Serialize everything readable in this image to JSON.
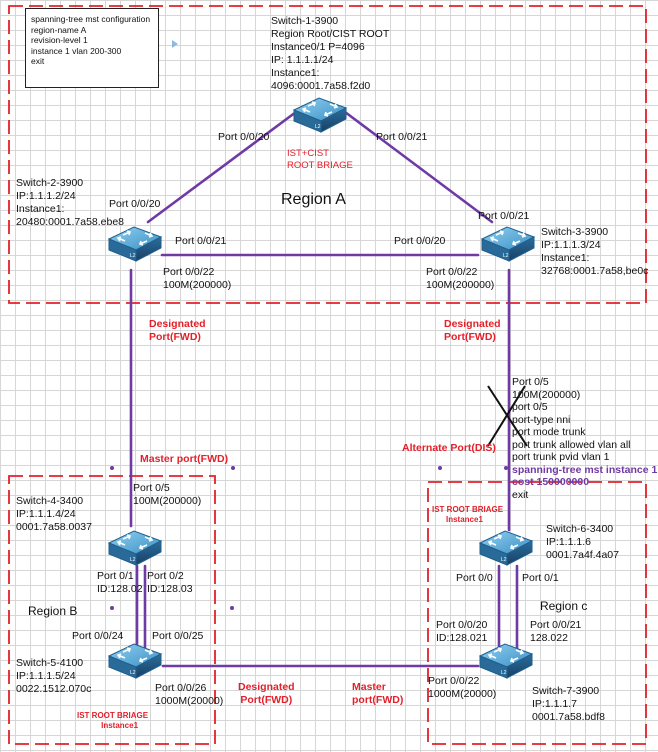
{
  "config_box": {
    "lines": [
      "spanning-tree mst configuration",
      "region-name A",
      "revision-level 1",
      "instance 1 vlan 200-300",
      "exit"
    ]
  },
  "switches": {
    "sw1": {
      "lines": [
        "Switch-1-3900",
        "Region Root/CIST ROOT",
        "Instance0/1 P=4096",
        "IP: 1.1.1.1/24",
        "Instance1:",
        "4096:0001.7a58.f2d0"
      ],
      "badge": [
        "IST+CIST",
        "ROOT BRIAGE"
      ]
    },
    "sw2": {
      "lines": [
        "Switch-2-3900",
        "IP:1.1.1.2/24",
        "Instance1:",
        "20480:0001.7a58.ebe8"
      ]
    },
    "sw3": {
      "lines": [
        "Switch-3-3900",
        "IP:1.1.1.3/24",
        "Instance1:",
        "32768:0001.7a58,be0c"
      ]
    },
    "sw4": {
      "lines": [
        "Switch-4-3400",
        "IP:1.1.1.4/24",
        "0001.7a58.0037"
      ]
    },
    "sw5": {
      "lines": [
        "Switch-5-4100",
        "IP:1.1.1.5/24",
        "0022.1512.070c"
      ],
      "badge": [
        "IST ROOT BRIAGE",
        "Instance1"
      ]
    },
    "sw6": {
      "lines": [
        "Switch-6-3400",
        "IP:1.1.1.6",
        "0001.7a4f.4a07"
      ],
      "badge": [
        "IST ROOT BRIAGE",
        "Instance1"
      ]
    },
    "sw7": {
      "lines": [
        "Switch-7-3900",
        "IP:1.1.1.7",
        "0001.7a58.bdf8"
      ]
    }
  },
  "regions": {
    "a": "Region A",
    "b": "Region B",
    "c": "Region c"
  },
  "ports": {
    "sw1_left": "Port 0/0/20",
    "sw1_right": "Port 0/0/21",
    "sw2_top": "Port 0/0/20",
    "sw2_right": "Port 0/0/21",
    "sw2_down": [
      "Port 0/0/22",
      "100M(200000)"
    ],
    "sw3_top": "Port 0/0/21",
    "sw3_left": "Port 0/0/20",
    "sw3_down": [
      "Port 0/0/22",
      "100M(200000)"
    ],
    "sw4_top": [
      "Port 0/5",
      "100M(200000)"
    ],
    "sw4_p01": [
      "Port 0/1",
      "ID:128.02"
    ],
    "sw4_p02": [
      "Port 0/2",
      "ID:128.03"
    ],
    "sw5_p24": "Port 0/0/24",
    "sw5_p25": "Port 0/0/25",
    "sw5_p26": [
      "Port 0/0/26",
      "1000M(20000)"
    ],
    "sw6_p00": "Port 0/0",
    "sw6_p01": "Port 0/1",
    "sw7_p20": [
      "Port 0/0/20",
      "ID:128.021"
    ],
    "sw7_p21": [
      "Port 0/0/21",
      "128.022"
    ],
    "sw7_p22": [
      "Port 0/0/22",
      "1000M(20000)"
    ]
  },
  "sw6_config": {
    "lines": [
      "Port 0/5",
      "100M(200000)",
      "port 0/5",
      "port-type nni",
      "port mode trunk",
      "port trunk allowed vlan all",
      "port trunk pvid vlan 1"
    ],
    "highlight": [
      "spanning-tree mst instance 1",
      "cost 150000000"
    ],
    "tail": "exit"
  },
  "port_roles": {
    "designated_left": [
      "Designated",
      "Port(FWD)"
    ],
    "designated_right": [
      "Designated",
      "Port(FWD)"
    ],
    "master_left": "Master port(FWD)",
    "alternate": "Alternate Port(DIS)",
    "designated_bottom": [
      "Designated",
      "Port(FWD)"
    ],
    "master_bottom": [
      "Master",
      "port(FWD)"
    ]
  },
  "colors": {
    "link": "#6f3aa3",
    "region_border": "#e4202a",
    "switch_top": "#5fa8d6",
    "switch_side": "#1e5a8a",
    "label_red": "#e4202a"
  }
}
